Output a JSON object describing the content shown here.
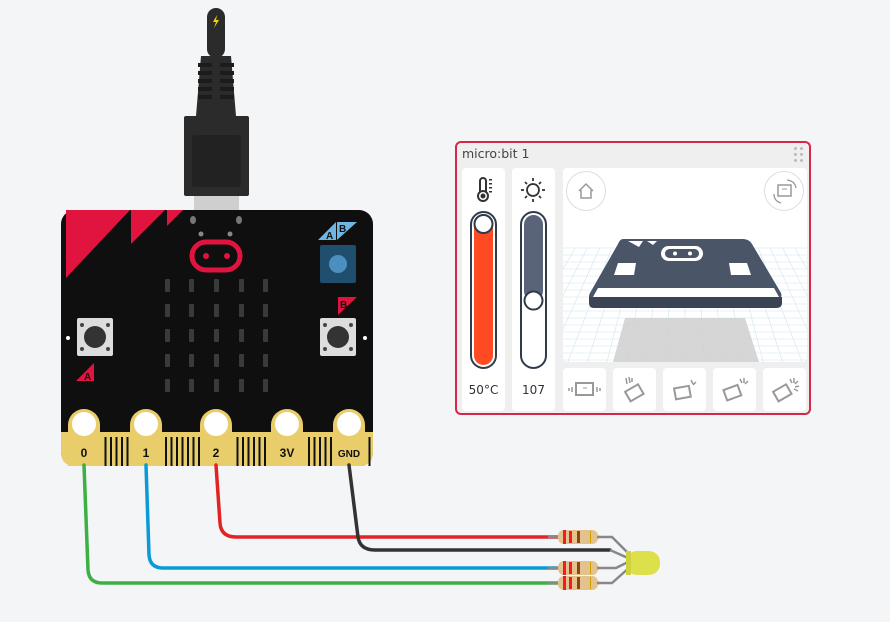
{
  "panel": {
    "title": "micro:bit 1",
    "temperature": {
      "value_label": "50°C",
      "level_fraction": 1.0,
      "fill_color": "#ff4a23"
    },
    "light": {
      "value_label": "107",
      "level_fraction": 0.42,
      "fill_color": "#5a6478"
    },
    "view3d": {
      "home_icon": "home-icon",
      "rotate_icon": "rotate-view-icon"
    },
    "gestures": [
      {
        "name": "shake",
        "icon": "shake-icon"
      },
      {
        "name": "tilt-1",
        "icon": "tilt-1-icon"
      },
      {
        "name": "tilt-2",
        "icon": "tilt-2-icon"
      },
      {
        "name": "tilt-3",
        "icon": "tilt-3-icon"
      },
      {
        "name": "tilt-4",
        "icon": "tilt-4-icon"
      }
    ]
  },
  "microbit": {
    "pins": [
      "0",
      "1",
      "2",
      "3V",
      "GND"
    ],
    "button_a_label": "A",
    "button_b_label": "B",
    "ab_label_a": "A",
    "ab_label_b": "B",
    "usb_icon": "lightning-icon"
  },
  "wires": [
    {
      "from": "0",
      "color": "#3cb043"
    },
    {
      "from": "1",
      "color": "#0a9bd6"
    },
    {
      "from": "2",
      "color": "#e32224"
    },
    {
      "from": "GND",
      "color": "#333333"
    }
  ],
  "led": {
    "color": "#dde04a"
  }
}
